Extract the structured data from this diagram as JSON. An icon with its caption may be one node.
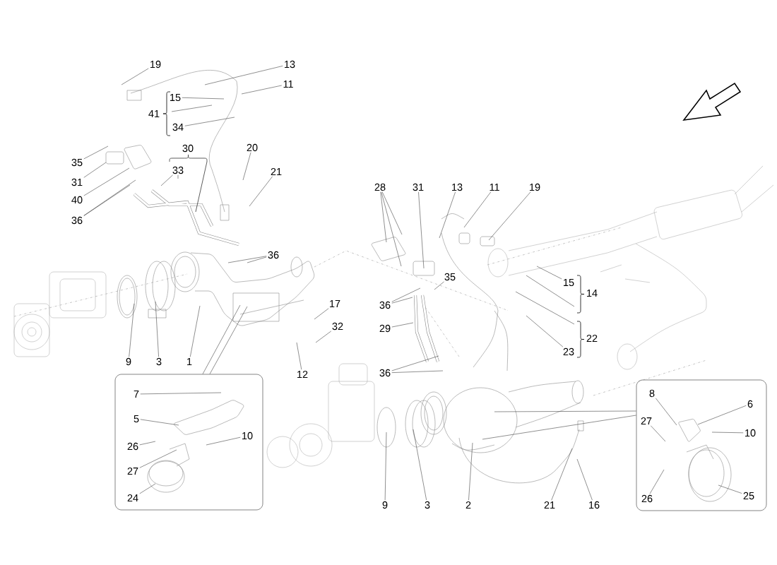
{
  "diagram": {
    "nodes": [
      {
        "text": [
          "19"
        ]
      },
      {
        "text": [
          "13"
        ]
      },
      {
        "text": [
          "11"
        ]
      },
      {
        "text": [
          "15"
        ]
      },
      {
        "text": [
          "41"
        ]
      },
      {
        "text": [
          "34"
        ]
      },
      {
        "text": [
          "35"
        ]
      },
      {
        "text": [
          "31"
        ]
      },
      {
        "text": [
          "40"
        ]
      },
      {
        "text": [
          "36"
        ]
      },
      {
        "text": [
          "30"
        ]
      },
      {
        "text": [
          "20"
        ]
      },
      {
        "text": [
          "33"
        ]
      },
      {
        "text": [
          "21"
        ]
      },
      {
        "text": [
          "28"
        ]
      },
      {
        "text": [
          "31"
        ]
      },
      {
        "text": [
          "13"
        ]
      },
      {
        "text": [
          "11"
        ]
      },
      {
        "text": [
          "19"
        ]
      },
      {
        "text": [
          "36"
        ]
      },
      {
        "text": [
          "35"
        ]
      },
      {
        "text": [
          "15"
        ]
      },
      {
        "text": [
          "14"
        ]
      },
      {
        "text": [
          "36"
        ]
      },
      {
        "text": [
          "17"
        ]
      },
      {
        "text": [
          "32"
        ]
      },
      {
        "text": [
          "29"
        ]
      },
      {
        "text": [
          "22"
        ]
      },
      {
        "text": [
          "23"
        ]
      },
      {
        "text": [
          "9"
        ]
      },
      {
        "text": [
          "3"
        ]
      },
      {
        "text": [
          "1"
        ]
      },
      {
        "text": [
          "12"
        ]
      },
      {
        "text": [
          "36"
        ]
      },
      {
        "text": [],
        "shape": "box"
      },
      {
        "text": [
          "7"
        ],
        "in": 34
      },
      {
        "text": [
          "5"
        ],
        "in": 34
      },
      {
        "text": [
          "10"
        ],
        "in": 34
      },
      {
        "text": [
          "26"
        ],
        "in": 34
      },
      {
        "text": [
          "27"
        ],
        "in": 34
      },
      {
        "text": [
          "24"
        ],
        "in": 34
      },
      {
        "text": [],
        "shape": "box"
      },
      {
        "text": [
          "8"
        ],
        "in": 41
      },
      {
        "text": [
          "6"
        ],
        "in": 41
      },
      {
        "text": [
          "27"
        ],
        "in": 41
      },
      {
        "text": [
          "10"
        ],
        "in": 41
      },
      {
        "text": [
          "26"
        ],
        "in": 41
      },
      {
        "text": [
          "25"
        ],
        "in": 41
      },
      {
        "text": [
          "9"
        ]
      },
      {
        "text": [
          "3"
        ]
      },
      {
        "text": [
          "2"
        ]
      },
      {
        "text": [
          "21"
        ]
      },
      {
        "text": [
          "16"
        ]
      }
    ],
    "edges": [
      {
        "from": 0,
        "to": null,
        "arrow": "none"
      },
      {
        "from": 1,
        "to": null,
        "arrow": "none"
      },
      {
        "from": 2,
        "to": null,
        "arrow": "none"
      },
      {
        "from": 3,
        "to": null,
        "arrow": "none"
      },
      {
        "from": 4,
        "to": null,
        "arrow": "none"
      },
      {
        "from": 5,
        "to": null,
        "arrow": "none"
      },
      {
        "from": 6,
        "to": null,
        "arrow": "none"
      },
      {
        "from": 7,
        "to": null,
        "arrow": "none"
      },
      {
        "from": 8,
        "to": null,
        "arrow": "none"
      },
      {
        "from": 9,
        "to": null,
        "arrow": "none"
      },
      {
        "from": 9,
        "to": null,
        "arrow": "none"
      },
      {
        "from": 10,
        "to": null,
        "arrow": "none"
      },
      {
        "from": 11,
        "to": null,
        "arrow": "none"
      },
      {
        "from": 12,
        "to": null,
        "arrow": "none"
      },
      {
        "from": 12,
        "to": null,
        "arrow": "none"
      },
      {
        "from": 13,
        "to": null,
        "arrow": "none"
      },
      {
        "from": 14,
        "to": null,
        "arrow": "none"
      },
      {
        "from": 14,
        "to": null,
        "arrow": "none"
      },
      {
        "from": 14,
        "to": null,
        "arrow": "none"
      },
      {
        "from": 15,
        "to": null,
        "arrow": "none"
      },
      {
        "from": 16,
        "to": null,
        "arrow": "none"
      },
      {
        "from": 17,
        "to": null,
        "arrow": "none"
      },
      {
        "from": 18,
        "to": null,
        "arrow": "none"
      },
      {
        "from": 19,
        "to": null,
        "arrow": "none"
      },
      {
        "from": 19,
        "to": null,
        "arrow": "none"
      },
      {
        "from": 20,
        "to": null,
        "arrow": "none"
      },
      {
        "from": 21,
        "to": null,
        "arrow": "none"
      },
      {
        "from": 22,
        "to": null,
        "arrow": "none"
      },
      {
        "from": 23,
        "to": null,
        "arrow": "none"
      },
      {
        "from": 23,
        "to": null,
        "arrow": "none"
      },
      {
        "from": 24,
        "to": null,
        "arrow": "none"
      },
      {
        "from": 25,
        "to": null,
        "arrow": "none"
      },
      {
        "from": 26,
        "to": null,
        "arrow": "none"
      },
      {
        "from": 27,
        "to": null,
        "arrow": "none"
      },
      {
        "from": 28,
        "to": null,
        "arrow": "none"
      },
      {
        "from": 29,
        "to": null,
        "arrow": "none"
      },
      {
        "from": 30,
        "to": null,
        "arrow": "none"
      },
      {
        "from": 31,
        "to": null,
        "arrow": "none"
      },
      {
        "from": 32,
        "to": null,
        "arrow": "none"
      },
      {
        "from": 33,
        "to": null,
        "arrow": "none"
      },
      {
        "from": 33,
        "to": null,
        "arrow": "none"
      },
      {
        "from": 34,
        "to": null,
        "arrow": "none"
      },
      {
        "from": 35,
        "to": null,
        "arrow": "none"
      },
      {
        "from": 36,
        "to": null,
        "arrow": "none"
      },
      {
        "from": 37,
        "to": null,
        "arrow": "none"
      },
      {
        "from": 38,
        "to": null,
        "arrow": "none"
      },
      {
        "from": 39,
        "to": null,
        "arrow": "none"
      },
      {
        "from": 40,
        "to": null,
        "arrow": "none"
      },
      {
        "from": 41,
        "to": null,
        "arrow": "none"
      },
      {
        "from": 42,
        "to": null,
        "arrow": "none"
      },
      {
        "from": 43,
        "to": null,
        "arrow": "none"
      },
      {
        "from": 44,
        "to": null,
        "arrow": "none"
      },
      {
        "from": 45,
        "to": null,
        "arrow": "none"
      },
      {
        "from": 46,
        "to": null,
        "arrow": "none"
      },
      {
        "from": 47,
        "to": null,
        "arrow": "none"
      },
      {
        "from": 48,
        "to": null,
        "arrow": "none"
      },
      {
        "from": 49,
        "to": null,
        "arrow": "none"
      },
      {
        "from": 50,
        "to": null,
        "arrow": "none"
      },
      {
        "from": 51,
        "to": null,
        "arrow": "none"
      },
      {
        "from": 52,
        "to": null,
        "arrow": "none"
      }
    ]
  }
}
